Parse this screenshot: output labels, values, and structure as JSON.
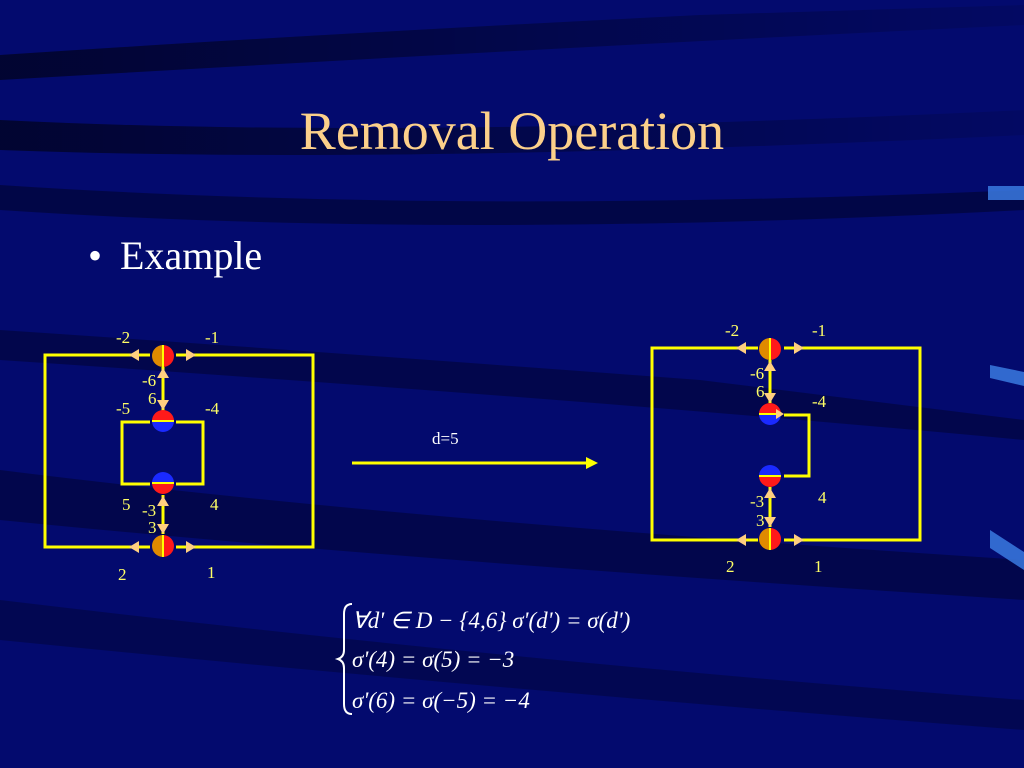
{
  "slide": {
    "title": "Removal Operation",
    "bullet": "Example"
  },
  "left_diagram": {
    "labels": [
      "-2",
      "-1",
      "-6",
      "6",
      "-5",
      "-4",
      "5",
      "-3",
      "3",
      "4",
      "2",
      "1"
    ]
  },
  "arrow": {
    "label": "d=5"
  },
  "right_diagram": {
    "labels": [
      "-2",
      "-1",
      "-6",
      "6",
      "-4",
      "-3",
      "3",
      "4",
      "2",
      "1"
    ]
  },
  "equations": {
    "line1": "∀d' ∈ D − {4,6}    σ'(d') = σ(d')",
    "line2": "σ'(4) = σ(5) = −3",
    "line3": "σ'(6) = σ(−5) = −4"
  },
  "colors": {
    "background": "#030a6e",
    "title": "#fcd08a",
    "edges": "#ffff00",
    "node_red": "#ff1a1a",
    "node_blue": "#1a2aff",
    "node_orange": "#e08a00"
  }
}
